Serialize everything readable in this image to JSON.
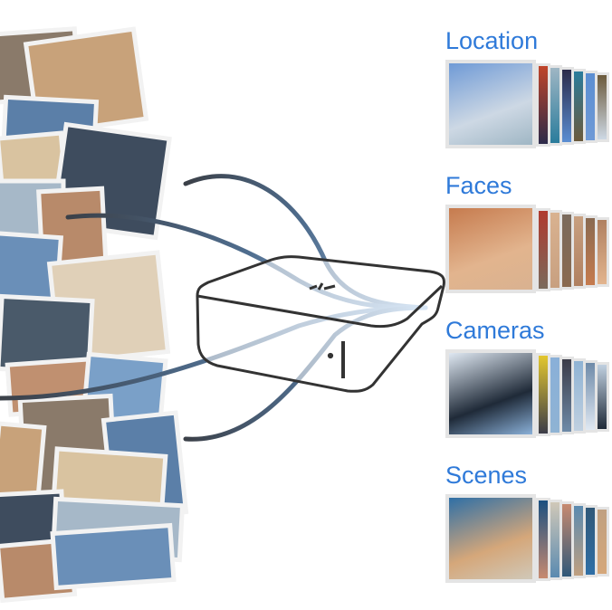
{
  "categories": [
    {
      "label": "Location",
      "colors": [
        "#6f9ad6",
        "#cdd8e4",
        "#c0452a",
        "#9fb6c4",
        "#2c2a4a",
        "#2a7c9c",
        "#5b8ed2",
        "#6b5a3c"
      ]
    },
    {
      "label": "Faces",
      "colors": [
        "#c67b4e",
        "#e2b48e",
        "#b03a2e",
        "#d9b290",
        "#7a6a5c",
        "#c8a080",
        "#8a6a50",
        "#b08060"
      ]
    },
    {
      "label": "Cameras",
      "colors": [
        "#dfe8f2",
        "#1f2a38",
        "#e3c72e",
        "#8ab0d8",
        "#3c3c48",
        "#8fb3d4",
        "#6e8aa8",
        "#c0d0e0"
      ]
    },
    {
      "label": "Scenes",
      "colors": [
        "#2f6fa6",
        "#d5a77a",
        "#1b4f80",
        "#d0c8b8",
        "#c78a70",
        "#5a8ab0",
        "#305878",
        "#c0a080"
      ]
    }
  ],
  "colors": {
    "label": "#2f7ad9",
    "curve_dark": "#3b4a5c",
    "curve_light": "#a9c9ea",
    "device_stroke": "#333333"
  }
}
